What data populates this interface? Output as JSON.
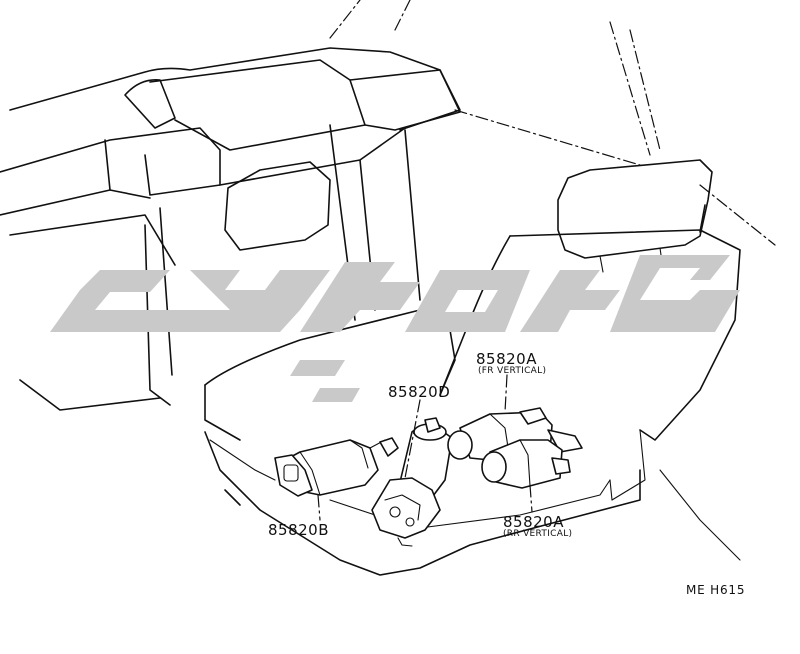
{
  "diagram": {
    "labels": {
      "fr_vertical_part": "85820A",
      "fr_vertical_note": "(FR VERTICAL)",
      "rr_vertical_part": "85820A",
      "rr_vertical_note": "(RR VERTICAL)",
      "slide_motor_part": "85820B",
      "reclining_motor_part": "85820D"
    },
    "drawing_code": "ME H615",
    "colors": {
      "line": "#111111",
      "background": "#ffffff",
      "watermark": "#c9c9c9"
    }
  }
}
